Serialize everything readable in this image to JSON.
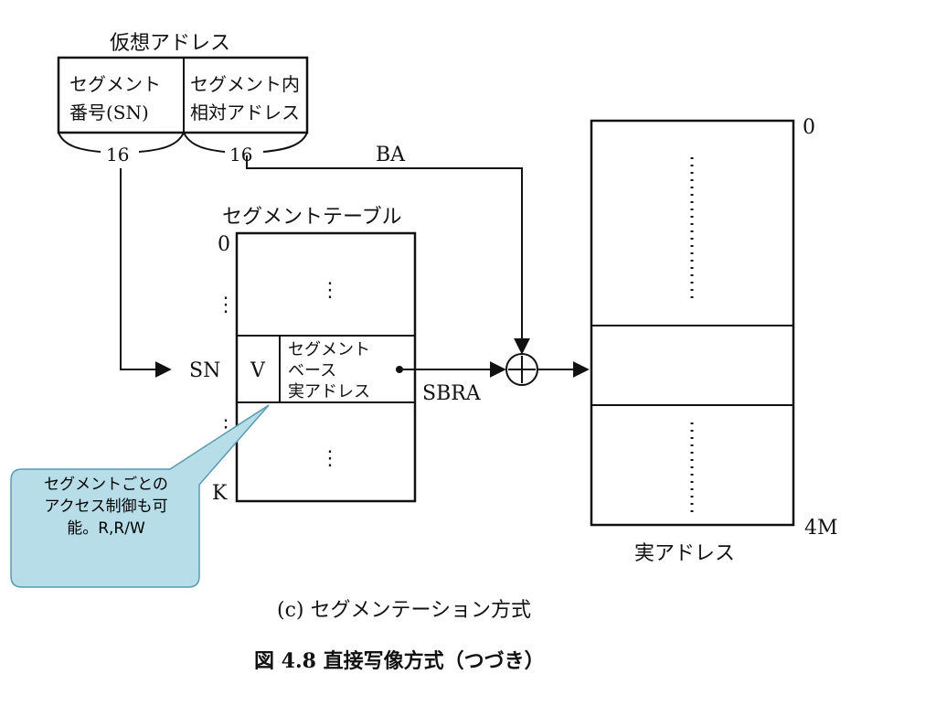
{
  "virtual_address": {
    "title": "仮想アドレス",
    "segment_number_line1": "セグメント",
    "segment_number_line2": "番号(SN)",
    "offset_line1": "セグメント内",
    "offset_line2": "相対アドレス",
    "sn_bits": "16",
    "offset_bits": "16"
  },
  "ba_label": "BA",
  "segment_table": {
    "title": "セグメントテーブル",
    "index_top": "0",
    "index_bottom": "K",
    "sn_label": "SN",
    "v_label": "V",
    "entry_line1": "セグメント",
    "entry_line2": "ベース",
    "entry_line3": "実アドレス",
    "vertical_ellipsis": "⋮"
  },
  "sbra_label": "SBRA",
  "adder_symbol": "+",
  "real_memory": {
    "top_address": "0",
    "bottom_address": "4M",
    "label": "実アドレス"
  },
  "callout": {
    "line1": "セグメントごとの",
    "line2": "アクセス制御も可",
    "line3": "能。R,R/W",
    "fill_color": "#b7dde8",
    "border_color": "#5a9ab0"
  },
  "caption": "(c)  セグメンテーション方式",
  "figure_title": "図 4.8  直接写像方式（つづき）"
}
